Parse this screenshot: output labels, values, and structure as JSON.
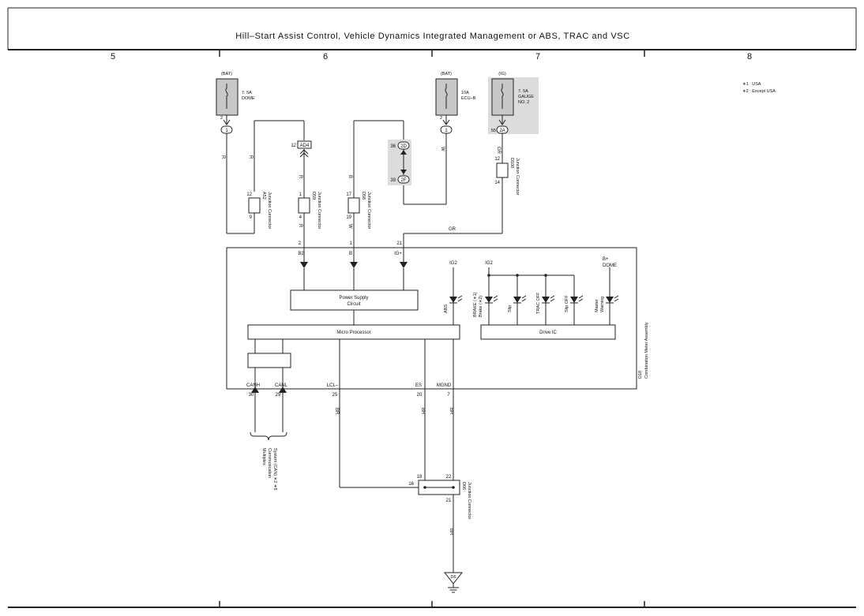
{
  "title": "Hill–Start Assist Control,  Vehicle Dynamics Integrated Management or ABS,  TRAC and VSC",
  "columns": [
    "5",
    "6",
    "7",
    "8"
  ],
  "notes": [
    "∗1 : USA",
    "∗2 : Except USA"
  ],
  "fuses": [
    {
      "source": "(BAT)",
      "lines": [
        "7. 5A",
        "DOME"
      ],
      "pin": "2",
      "conn": "1"
    },
    {
      "source": "(BAT)",
      "lines": [
        "10A",
        "ECU–B"
      ],
      "pin": "2",
      "conn": "1"
    },
    {
      "source": "(IG)",
      "lines": [
        "7. 5A",
        "GAUGE",
        "NO. 2"
      ],
      "pin": "55",
      "conn": "2A"
    }
  ],
  "connectors": {
    "ad4": {
      "pin": "12",
      "label": "AD4"
    },
    "c2d": {
      "pin": "36",
      "label": "2D"
    },
    "c2f": {
      "pin": "39",
      "label": "2F"
    }
  },
  "junctions": [
    {
      "top": "12",
      "bottom": "9",
      "name": "A52",
      "desc": "Junction Connector"
    },
    {
      "top": "1",
      "bottom": "4",
      "name": "D59",
      "desc": "Junction Connector"
    },
    {
      "top": "17",
      "bottom": "19",
      "name": "D58",
      "desc": "Junction Connector"
    },
    {
      "top": "12",
      "bottom": "14",
      "name": "D100",
      "desc": "Junction Connector"
    },
    {
      "top": "",
      "bottom": "21",
      "name": "D66",
      "desc": "Junction Connector"
    }
  ],
  "wires": {
    "r": "R",
    "b": "B",
    "w": "W",
    "gr": "GR",
    "br": "BR"
  },
  "meter": {
    "name": "D18",
    "desc": "Combination Meter Assembly",
    "inputs": [
      {
        "pin": "2",
        "term": "B2"
      },
      {
        "pin": "1",
        "term": "B"
      },
      {
        "pin": "21",
        "term": "IG+"
      }
    ],
    "power_supply": [
      "Power Supply",
      "Circuit"
    ],
    "micro": "Micro Processor",
    "drive_ic": "Drive IC",
    "ig2": "IG2",
    "bdome": [
      "B+",
      "DOME"
    ],
    "lamps": {
      "abs": "ABS",
      "brake": [
        "BRAKE (∗1)",
        "Brake (∗2)"
      ],
      "slip": "Slip",
      "trac": "TRAC OFF",
      "vscoff": "Slip OFF",
      "master": [
        "Master",
        "Warning"
      ]
    },
    "outputs": [
      {
        "term": "CANH",
        "pin": "30"
      },
      {
        "term": "CANL",
        "pin": "29"
      },
      {
        "term": "LCL–",
        "pin": "25"
      },
      {
        "term": "ES",
        "pin": "20"
      },
      {
        "term": "MGND",
        "pin": "7"
      }
    ]
  },
  "d66_pins": {
    "left": "16",
    "mid": "18",
    "right": "22"
  },
  "multiplex": [
    "Multiplex",
    "Communication",
    "System (CAN) ∗2 ∗6"
  ],
  "ground": "D6"
}
